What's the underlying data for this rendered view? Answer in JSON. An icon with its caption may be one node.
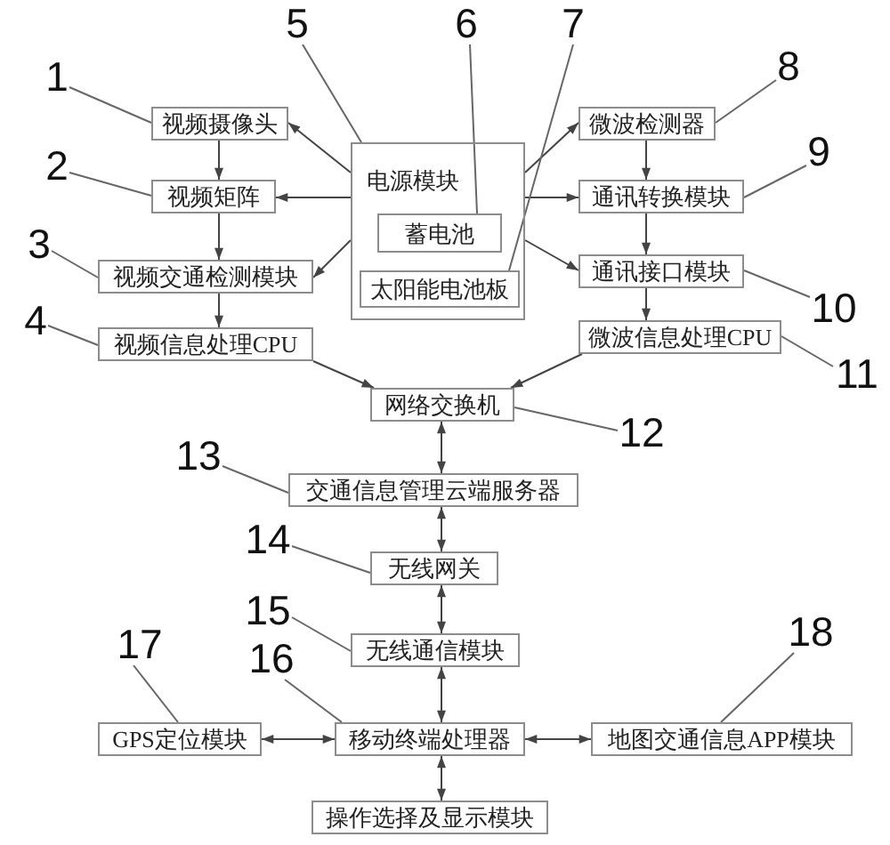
{
  "diagram": {
    "nodes": [
      {
        "text": [
          "视频摄像头"
        ]
      },
      {
        "text": [
          "视频矩阵"
        ]
      },
      {
        "text": [
          "视频交通检测模块"
        ]
      },
      {
        "text": [
          "视频信息处理CPU"
        ]
      },
      {
        "text": [
          "电源模块"
        ]
      },
      {
        "text": [
          "蓄电池"
        ],
        "in": 4
      },
      {
        "text": [
          "太阳能电池板"
        ],
        "in": 4
      },
      {
        "text": [
          "微波检测器"
        ]
      },
      {
        "text": [
          "通讯转换模块"
        ]
      },
      {
        "text": [
          "通讯接口模块"
        ]
      },
      {
        "text": [
          "微波信息处理CPU"
        ]
      },
      {
        "text": [
          "网络交换机"
        ]
      },
      {
        "text": [
          "交通信息管理云端服务器"
        ]
      },
      {
        "text": [
          "无线网关"
        ]
      },
      {
        "text": [
          "无线通信模块"
        ]
      },
      {
        "text": [
          "GPS定位模块"
        ]
      },
      {
        "text": [
          "移动终端处理器"
        ]
      },
      {
        "text": [
          "地图交通信息APP模块"
        ]
      },
      {
        "text": [
          "操作选择及显示模块"
        ]
      },
      {
        "text": [
          "1"
        ]
      },
      {
        "text": [
          "2"
        ]
      },
      {
        "text": [
          "3"
        ]
      },
      {
        "text": [
          "4"
        ]
      },
      {
        "text": [
          "5"
        ]
      },
      {
        "text": [
          "6"
        ]
      },
      {
        "text": [
          "7"
        ]
      },
      {
        "text": [
          "8"
        ]
      },
      {
        "text": [
          "9"
        ]
      },
      {
        "text": [
          "10"
        ]
      },
      {
        "text": [
          "11"
        ]
      },
      {
        "text": [
          "12"
        ]
      },
      {
        "text": [
          "13"
        ]
      },
      {
        "text": [
          "14"
        ]
      },
      {
        "text": [
          "15"
        ]
      },
      {
        "text": [
          "16"
        ]
      },
      {
        "text": [
          "17"
        ]
      },
      {
        "text": [
          "18"
        ]
      }
    ],
    "edges": [
      {
        "from": 4,
        "to": 0,
        "arrow": "to"
      },
      {
        "from": 4,
        "to": 1,
        "arrow": "to"
      },
      {
        "from": 4,
        "to": 2,
        "arrow": "to"
      },
      {
        "from": 4,
        "to": 7,
        "arrow": "to"
      },
      {
        "from": 4,
        "to": 8,
        "arrow": "to"
      },
      {
        "from": 4,
        "to": 9,
        "arrow": "to"
      },
      {
        "from": 0,
        "to": 1,
        "arrow": "to"
      },
      {
        "from": 1,
        "to": 2,
        "arrow": "to"
      },
      {
        "from": 2,
        "to": 3,
        "arrow": "to"
      },
      {
        "from": 7,
        "to": 8,
        "arrow": "to"
      },
      {
        "from": 8,
        "to": 9,
        "arrow": "to"
      },
      {
        "from": 9,
        "to": 10,
        "arrow": "to"
      },
      {
        "from": 3,
        "to": 11,
        "arrow": "to"
      },
      {
        "from": 10,
        "to": 11,
        "arrow": "to"
      },
      {
        "from": 11,
        "to": 12,
        "arrow": "both"
      },
      {
        "from": 12,
        "to": 13,
        "arrow": "both"
      },
      {
        "from": 13,
        "to": 14,
        "arrow": "both"
      },
      {
        "from": 14,
        "to": 16,
        "arrow": "both"
      },
      {
        "from": 15,
        "to": 16,
        "arrow": "both"
      },
      {
        "from": 16,
        "to": 17,
        "arrow": "both"
      },
      {
        "from": 16,
        "to": 18,
        "arrow": "both"
      },
      {
        "from": 19,
        "to": 0,
        "arrow": "none"
      },
      {
        "from": 20,
        "to": 1,
        "arrow": "none"
      },
      {
        "from": 21,
        "to": 2,
        "arrow": "none"
      },
      {
        "from": 22,
        "to": 3,
        "arrow": "none"
      },
      {
        "from": 23,
        "to": 4,
        "arrow": "none"
      },
      {
        "from": 24,
        "to": 5,
        "arrow": "none"
      },
      {
        "from": 25,
        "to": 6,
        "arrow": "none"
      },
      {
        "from": 26,
        "to": 7,
        "arrow": "none"
      },
      {
        "from": 27,
        "to": 8,
        "arrow": "none"
      },
      {
        "from": 28,
        "to": 9,
        "arrow": "none"
      },
      {
        "from": 29,
        "to": 10,
        "arrow": "none"
      },
      {
        "from": 30,
        "to": 11,
        "arrow": "none"
      },
      {
        "from": 31,
        "to": 12,
        "arrow": "none"
      },
      {
        "from": 32,
        "to": 13,
        "arrow": "none"
      },
      {
        "from": 33,
        "to": 14,
        "arrow": "none"
      },
      {
        "from": 34,
        "to": 16,
        "arrow": "none"
      },
      {
        "from": 35,
        "to": 15,
        "arrow": "none"
      },
      {
        "from": 36,
        "to": 17,
        "arrow": "none"
      }
    ]
  }
}
